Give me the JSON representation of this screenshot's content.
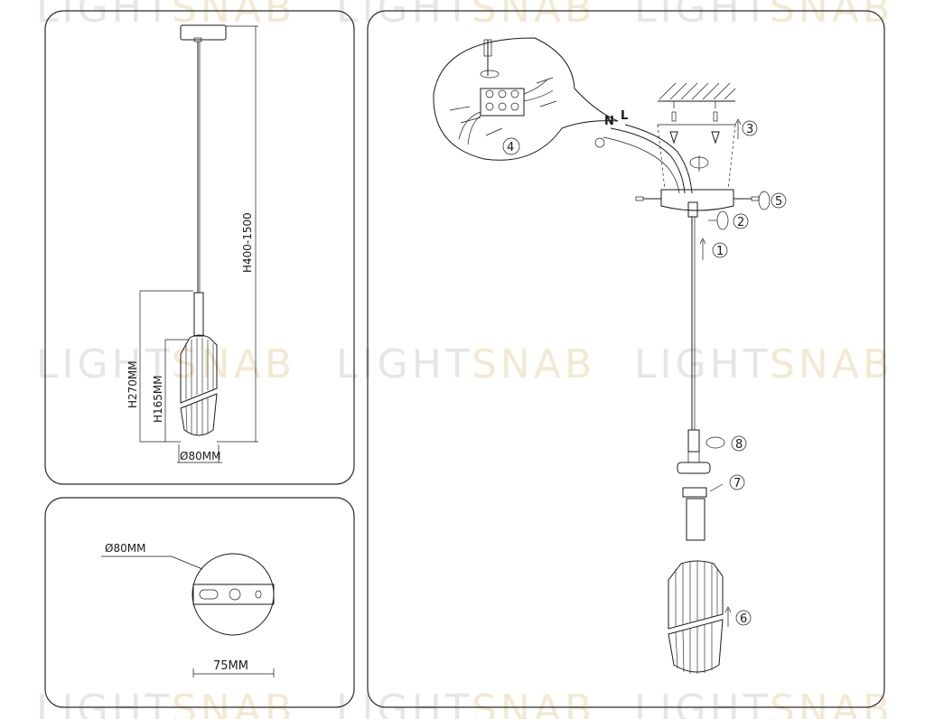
{
  "watermark": {
    "word1": "LIGHT",
    "word2": "SNAB"
  },
  "dimensions_panel": {
    "total_height": "H400-1500",
    "shade_height_total": "H270MM",
    "shade_height_glass": "H165MM",
    "shade_diameter": "Ø80MM"
  },
  "canopy_panel": {
    "diameter": "Ø80MM",
    "mount_width": "75MM"
  },
  "assembly_panel": {
    "wire_labels": {
      "neutral": "N",
      "live": "L"
    },
    "steps": [
      "1",
      "2",
      "3",
      "4",
      "5",
      "6",
      "7",
      "8"
    ]
  },
  "colors": {
    "line": "#1a1a1a",
    "panel_border": "#2a2a2a",
    "watermark_grey": "#e6e6e6",
    "watermark_gold": "#f1ead2"
  }
}
